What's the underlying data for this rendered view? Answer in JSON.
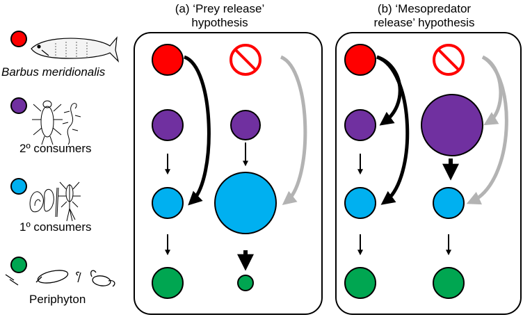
{
  "legend": {
    "top_predator": {
      "label": "Barbus meridionalis",
      "color": "#ff0000"
    },
    "secondary": {
      "label": "2º consumers",
      "color": "#7030a0"
    },
    "primary": {
      "label": "1º consumers",
      "color": "#00b0f0"
    },
    "periphyton": {
      "label": "Periphyton",
      "color": "#00a651"
    }
  },
  "panels": [
    {
      "title_line1": "(a) ‘Prey release’",
      "title_line2": "hypothesis",
      "columns": [
        {
          "predator": "present",
          "secondary_size": "normal",
          "primary_size": "normal",
          "periphyton_size": "normal"
        },
        {
          "predator": "absent",
          "secondary_size": "normal",
          "primary_size": "large",
          "periphyton_size": "small"
        }
      ]
    },
    {
      "title_line1": "(b) ‘Mesopredator",
      "title_line2": "release’ hypothesis",
      "columns": [
        {
          "predator": "present",
          "secondary_size": "normal",
          "primary_size": "normal",
          "periphyton_size": "normal"
        },
        {
          "predator": "absent",
          "secondary_size": "large",
          "primary_size": "normal",
          "periphyton_size": "normal"
        }
      ]
    }
  ],
  "colors": {
    "absent_effect": "#b3b3b3",
    "no_symbol": "#ff0000",
    "outline": "#000000"
  }
}
